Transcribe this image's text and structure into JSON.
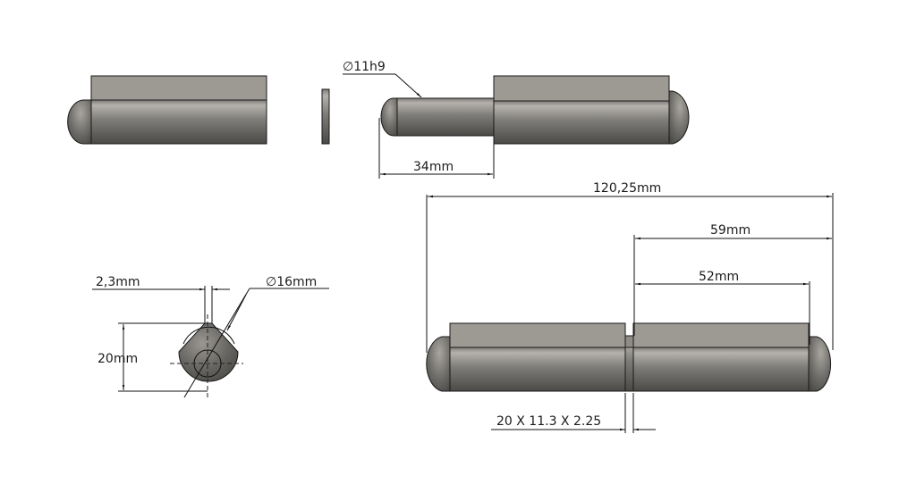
{
  "drawing": {
    "title": "Weld-on bullet hinge technical drawing",
    "colors": {
      "body_light": "#b3b0aa",
      "body_dark": "#4a4946",
      "flat_face": "#9d9a94",
      "line": "#111111",
      "background": "#ffffff"
    },
    "views": {
      "exploded": {
        "labels": {
          "pin_diameter": "∅11h9",
          "pin_length": "34mm"
        }
      },
      "end_view": {
        "labels": {
          "flat_width": "2,3mm",
          "body_diameter": "∅16mm",
          "height": "20mm"
        }
      },
      "assembled": {
        "labels": {
          "overall_length": "120,25mm",
          "half_length_with_cap": "59mm",
          "flat_length": "52mm",
          "washer_spec": "20 X 11.3 X 2.25"
        }
      }
    }
  }
}
